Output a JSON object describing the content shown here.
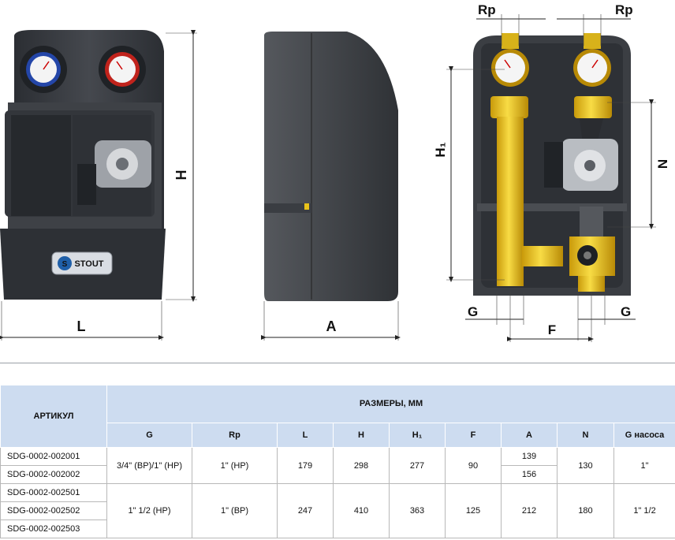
{
  "drawing": {
    "brand_logo_text": "STOUT",
    "dim_labels": {
      "L": "L",
      "H": "H",
      "A": "A",
      "H1": "H₁",
      "N": "N",
      "F": "F",
      "G_left": "G",
      "G_right": "G",
      "Rp_left": "Rp",
      "Rp_right": "Rp"
    }
  },
  "table": {
    "article_header": "АРТИКУЛ",
    "group_header": "РАЗМЕРЫ, ММ",
    "columns": [
      "G",
      "Rp",
      "L",
      "H",
      "H₁",
      "F",
      "A",
      "N",
      "G насоса"
    ],
    "articles": [
      "SDG-0002-002001",
      "SDG-0002-002002",
      "SDG-0002-002501",
      "SDG-0002-002502",
      "SDG-0002-002503"
    ],
    "group1": {
      "G": "3/4\" (ВР)/1\" (НР)",
      "Rp": "1\" (НР)",
      "L": "179",
      "H": "298",
      "H1": "277",
      "F": "90",
      "A": [
        "139",
        "156"
      ],
      "N": "130",
      "G_pump": "1\""
    },
    "group2": {
      "G": "1\" 1/2 (НР)",
      "Rp": "1\" (ВР)",
      "L": "247",
      "H": "410",
      "H1": "363",
      "F": "125",
      "A": "212",
      "N": "180",
      "G_pump": "1\" 1/2"
    }
  },
  "colors": {
    "header_bg": "#cddcf0",
    "brass": "#e8c21a",
    "body": "#3a3d42"
  }
}
